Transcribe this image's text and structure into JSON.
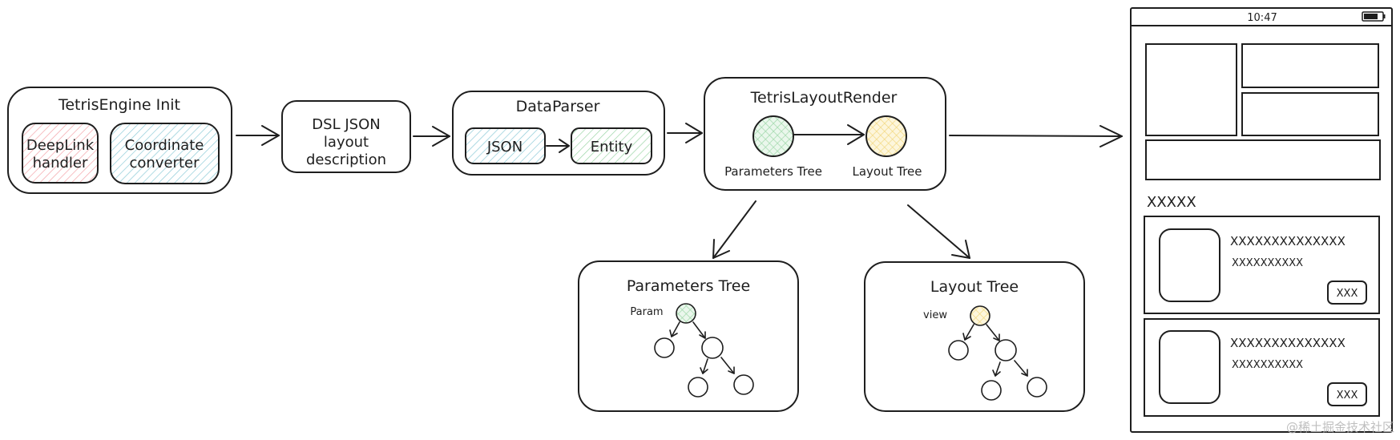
{
  "colors": {
    "stroke": "#1e1e1e",
    "pink_hatch": "#f4a3a8",
    "blue_hatch": "#8ecbd8",
    "green_hatch": "#9bd6a6",
    "yellow_hatch": "#f2d67a"
  },
  "engine_init": {
    "title": "TetrisEngine Init",
    "deeplink": [
      "DeepLink",
      "handler"
    ],
    "coordinate": [
      "Coordinate",
      "converter"
    ]
  },
  "dsl_json": {
    "lines": [
      "DSL JSON",
      "layout",
      "description"
    ]
  },
  "data_parser": {
    "title": "DataParser",
    "json_label": "JSON",
    "entity_label": "Entity"
  },
  "layout_render": {
    "title": "TetrisLayoutRender",
    "params_label": "Parameters Tree",
    "layout_label": "Layout Tree"
  },
  "params_tree": {
    "title": "Parameters Tree",
    "root_label": "Param"
  },
  "layout_tree": {
    "title": "Layout Tree",
    "root_label": "view"
  },
  "phone": {
    "time": "10:47",
    "section_title": "XXXXX",
    "cards": [
      {
        "title": "XXXXXXXXXXXXXX",
        "subtitle": "XXXXXXXXXX",
        "button": "XXX"
      },
      {
        "title": "XXXXXXXXXXXXXX",
        "subtitle": "XXXXXXXXXX",
        "button": "XXX"
      }
    ]
  },
  "watermark": "@稀土掘金技术社区"
}
